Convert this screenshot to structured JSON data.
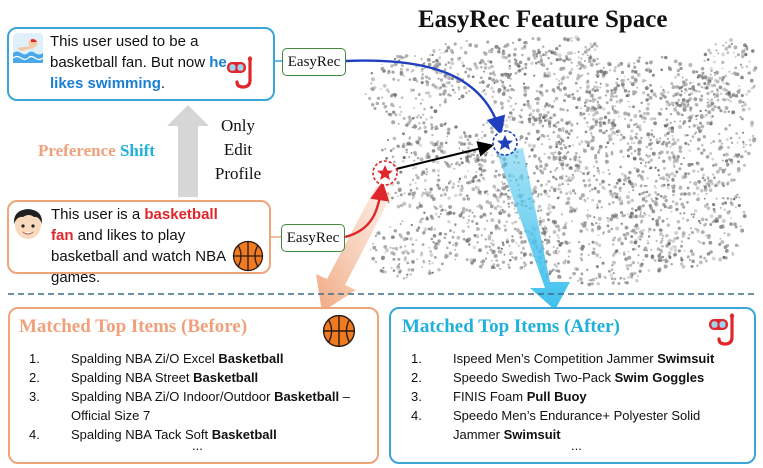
{
  "feature_space": {
    "title": "EasyRec Feature Space"
  },
  "profile_after": {
    "text_a": "This user used to be a basketball fan. But now ",
    "text_b": "he likes swimming",
    "text_c": "."
  },
  "profile_before": {
    "text_a": "This user is a ",
    "text_b": "basketball fan",
    "text_c": " and likes to play basketball and watch NBA games."
  },
  "easyrec_label": "EasyRec",
  "shift": {
    "word1": "Preference",
    "word2": "Shift"
  },
  "edit_label": {
    "l1": "Only",
    "l2": "Edit",
    "l3": "Profile"
  },
  "before_panel": {
    "title": "Matched Top Items (Before)",
    "items": [
      {
        "num": "1.",
        "pre": "Spalding NBA Zi/O Excel ",
        "bold": "Basketball",
        "post": ""
      },
      {
        "num": "2.",
        "pre": "Spalding NBA Street ",
        "bold": "Basketball",
        "post": ""
      },
      {
        "num": "3.",
        "pre": "Spalding NBA Zi/O Indoor/Outdoor ",
        "bold": "Basketball",
        "post": " – Official Size 7"
      },
      {
        "num": "4.",
        "pre": "Spalding NBA Tack Soft ",
        "bold": "Basketball",
        "post": ""
      }
    ],
    "ellipsis": "..."
  },
  "after_panel": {
    "title": "Matched Top Items (After)",
    "items": [
      {
        "num": "1.",
        "pre": "Ispeed Men’s Competition Jammer ",
        "bold": "Swimsuit",
        "post": ""
      },
      {
        "num": "2.",
        "pre": "Speedo Swedish Two-Pack ",
        "bold": "Swim Goggles",
        "post": ""
      },
      {
        "num": "3.",
        "pre": "FINIS Foam ",
        "bold": "Pull Buoy",
        "post": ""
      },
      {
        "num": "4.",
        "pre": "Speedo Men’s Endurance+ Polyester Solid Jammer ",
        "bold": "Swimsuit",
        "post": ""
      }
    ],
    "ellipsis": "..."
  },
  "colors": {
    "orange": "#f0a47a",
    "blue_border": "#3aa6d8",
    "title_orange": "#f0a07a",
    "title_blue": "#1fb0dc",
    "red": "#e0262b",
    "blue_arrow": "#1f3fbf"
  },
  "icons": [
    "swimmer-icon",
    "snorkel-mask-icon",
    "boy-face-icon",
    "basketball-icon"
  ]
}
